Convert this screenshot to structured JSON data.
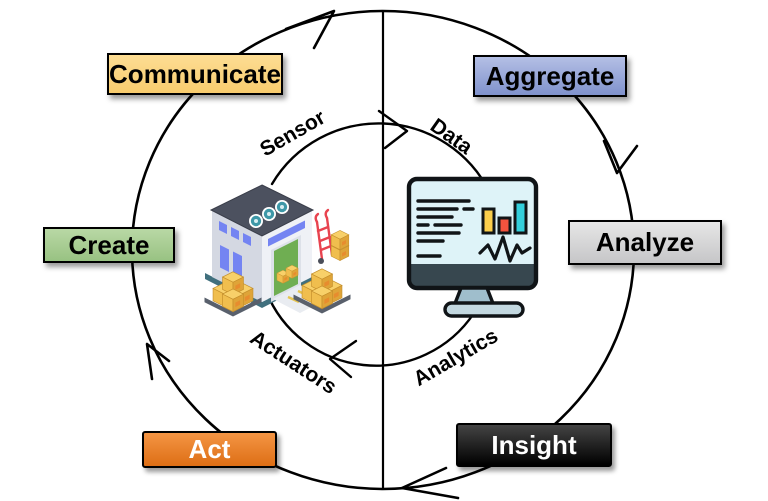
{
  "diagram": {
    "background": "#FFFFFF",
    "line_color": "#000000",
    "stages": [
      {
        "id": "communicate",
        "label": "Communicate",
        "fill": "#FBD480",
        "text_color": "#000000"
      },
      {
        "id": "aggregate",
        "label": "Aggregate",
        "fill": "#8FA0D5",
        "text_color": "#000000"
      },
      {
        "id": "analyze",
        "label": "Analyze",
        "fill": "#D9D9D9",
        "text_color": "#000000"
      },
      {
        "id": "insight",
        "label": "Insight",
        "fill": "#0A0A0A",
        "text_color": "#FFFFFF"
      },
      {
        "id": "act",
        "label": "Act",
        "fill": "#E97E26",
        "text_color": "#FFFFFF"
      },
      {
        "id": "create",
        "label": "Create",
        "fill": "#A9CE92",
        "text_color": "#000000"
      }
    ],
    "flow_labels": [
      {
        "id": "sensor",
        "label": "Sensor"
      },
      {
        "id": "data",
        "label": "Data"
      },
      {
        "id": "actuators",
        "label": "Actuators"
      },
      {
        "id": "analytics",
        "label": "Analytics"
      }
    ],
    "icons": [
      {
        "name": "warehouse-icon"
      },
      {
        "name": "analytics-monitor-icon"
      }
    ]
  }
}
